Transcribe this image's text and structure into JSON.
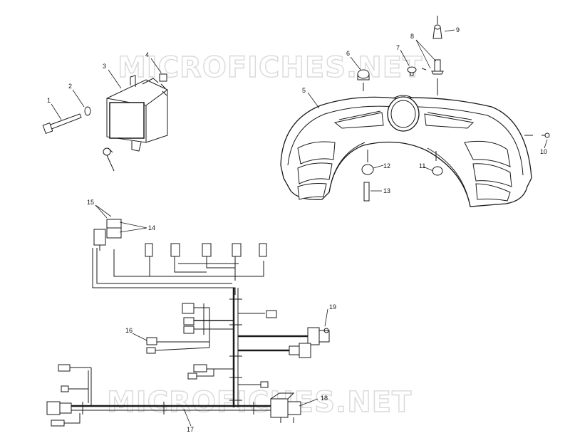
{
  "watermark": {
    "text": "MICROFICHES.NET"
  },
  "callouts": [
    {
      "id": "1",
      "label": "1"
    },
    {
      "id": "2",
      "label": "2"
    },
    {
      "id": "3",
      "label": "3"
    },
    {
      "id": "4",
      "label": "4"
    },
    {
      "id": "5",
      "label": "5"
    },
    {
      "id": "6",
      "label": "6"
    },
    {
      "id": "7",
      "label": "7"
    },
    {
      "id": "8",
      "label": "8"
    },
    {
      "id": "9",
      "label": "9"
    },
    {
      "id": "10",
      "label": "10"
    },
    {
      "id": "11",
      "label": "11"
    },
    {
      "id": "12",
      "label": "12"
    },
    {
      "id": "13",
      "label": "13"
    },
    {
      "id": "14",
      "label": "14"
    },
    {
      "id": "15",
      "label": "15"
    },
    {
      "id": "16",
      "label": "16"
    },
    {
      "id": "17",
      "label": "17"
    },
    {
      "id": "18",
      "label": "18"
    },
    {
      "id": "19",
      "label": "19"
    }
  ],
  "colors": {
    "line": "#1a1a1a",
    "watermark": "#d9d9d9",
    "background": "#ffffff"
  }
}
